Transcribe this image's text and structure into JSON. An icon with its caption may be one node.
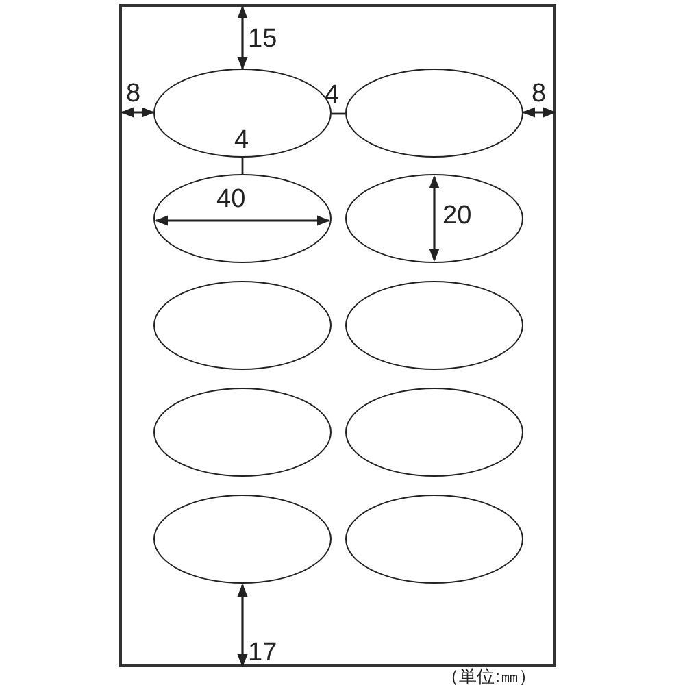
{
  "diagram": {
    "labels": [
      "15",
      "8",
      "4",
      "8",
      "4",
      "40",
      "20",
      "17",
      "（単位:㎜）"
    ]
  }
}
